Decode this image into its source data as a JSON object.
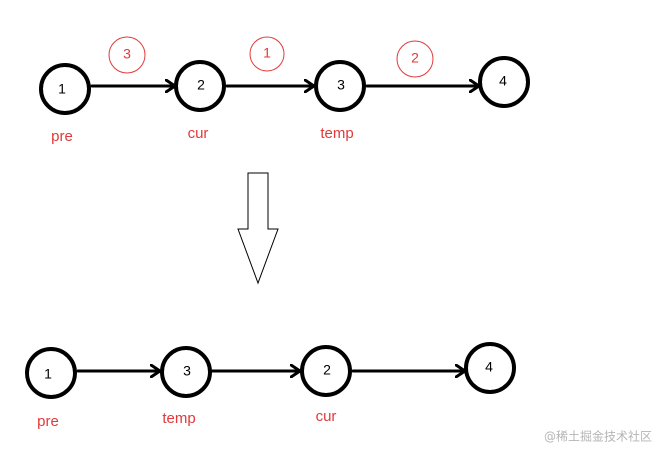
{
  "colors": {
    "label": "#e03a3a",
    "node_stroke": "#000000",
    "watermark": "#b5b5b5"
  },
  "before": {
    "nodes": [
      {
        "text": "1",
        "label": "pre"
      },
      {
        "text": "2",
        "label": "cur"
      },
      {
        "text": "3",
        "label": "temp"
      },
      {
        "text": "4",
        "label": ""
      }
    ],
    "steps": [
      "3",
      "1",
      "2"
    ]
  },
  "after": {
    "nodes": [
      {
        "text": "1",
        "label": "pre"
      },
      {
        "text": "3",
        "label": "temp"
      },
      {
        "text": "2",
        "label": "cur"
      },
      {
        "text": "4",
        "label": ""
      }
    ]
  },
  "transition_icon": "down-arrow-icon",
  "watermark": "@稀土掘金技术社区"
}
